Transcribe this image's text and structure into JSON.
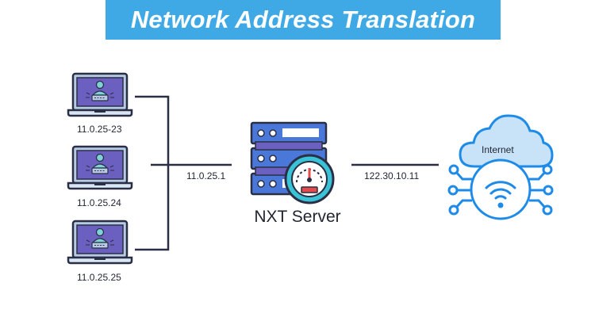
{
  "title": "Network Address Translation",
  "hosts": [
    {
      "ip": "11.0.25-23"
    },
    {
      "ip": "11.0.25.24"
    },
    {
      "ip": "11.0.25.25"
    }
  ],
  "private_gateway_ip": "11.0.25.1",
  "server": {
    "label": "NXT Server"
  },
  "public_ip": "122.30.10.11",
  "internet": {
    "label": "Internet"
  },
  "colors": {
    "banner": "#3fa9e6",
    "outline": "#2a2f45",
    "screen": "#6b5fbf",
    "laptop_body": "#d9e6f5",
    "server_blue": "#4a78d8",
    "internet_blue": "#1f8be8",
    "cloud_fill": "#c8e3f8"
  }
}
